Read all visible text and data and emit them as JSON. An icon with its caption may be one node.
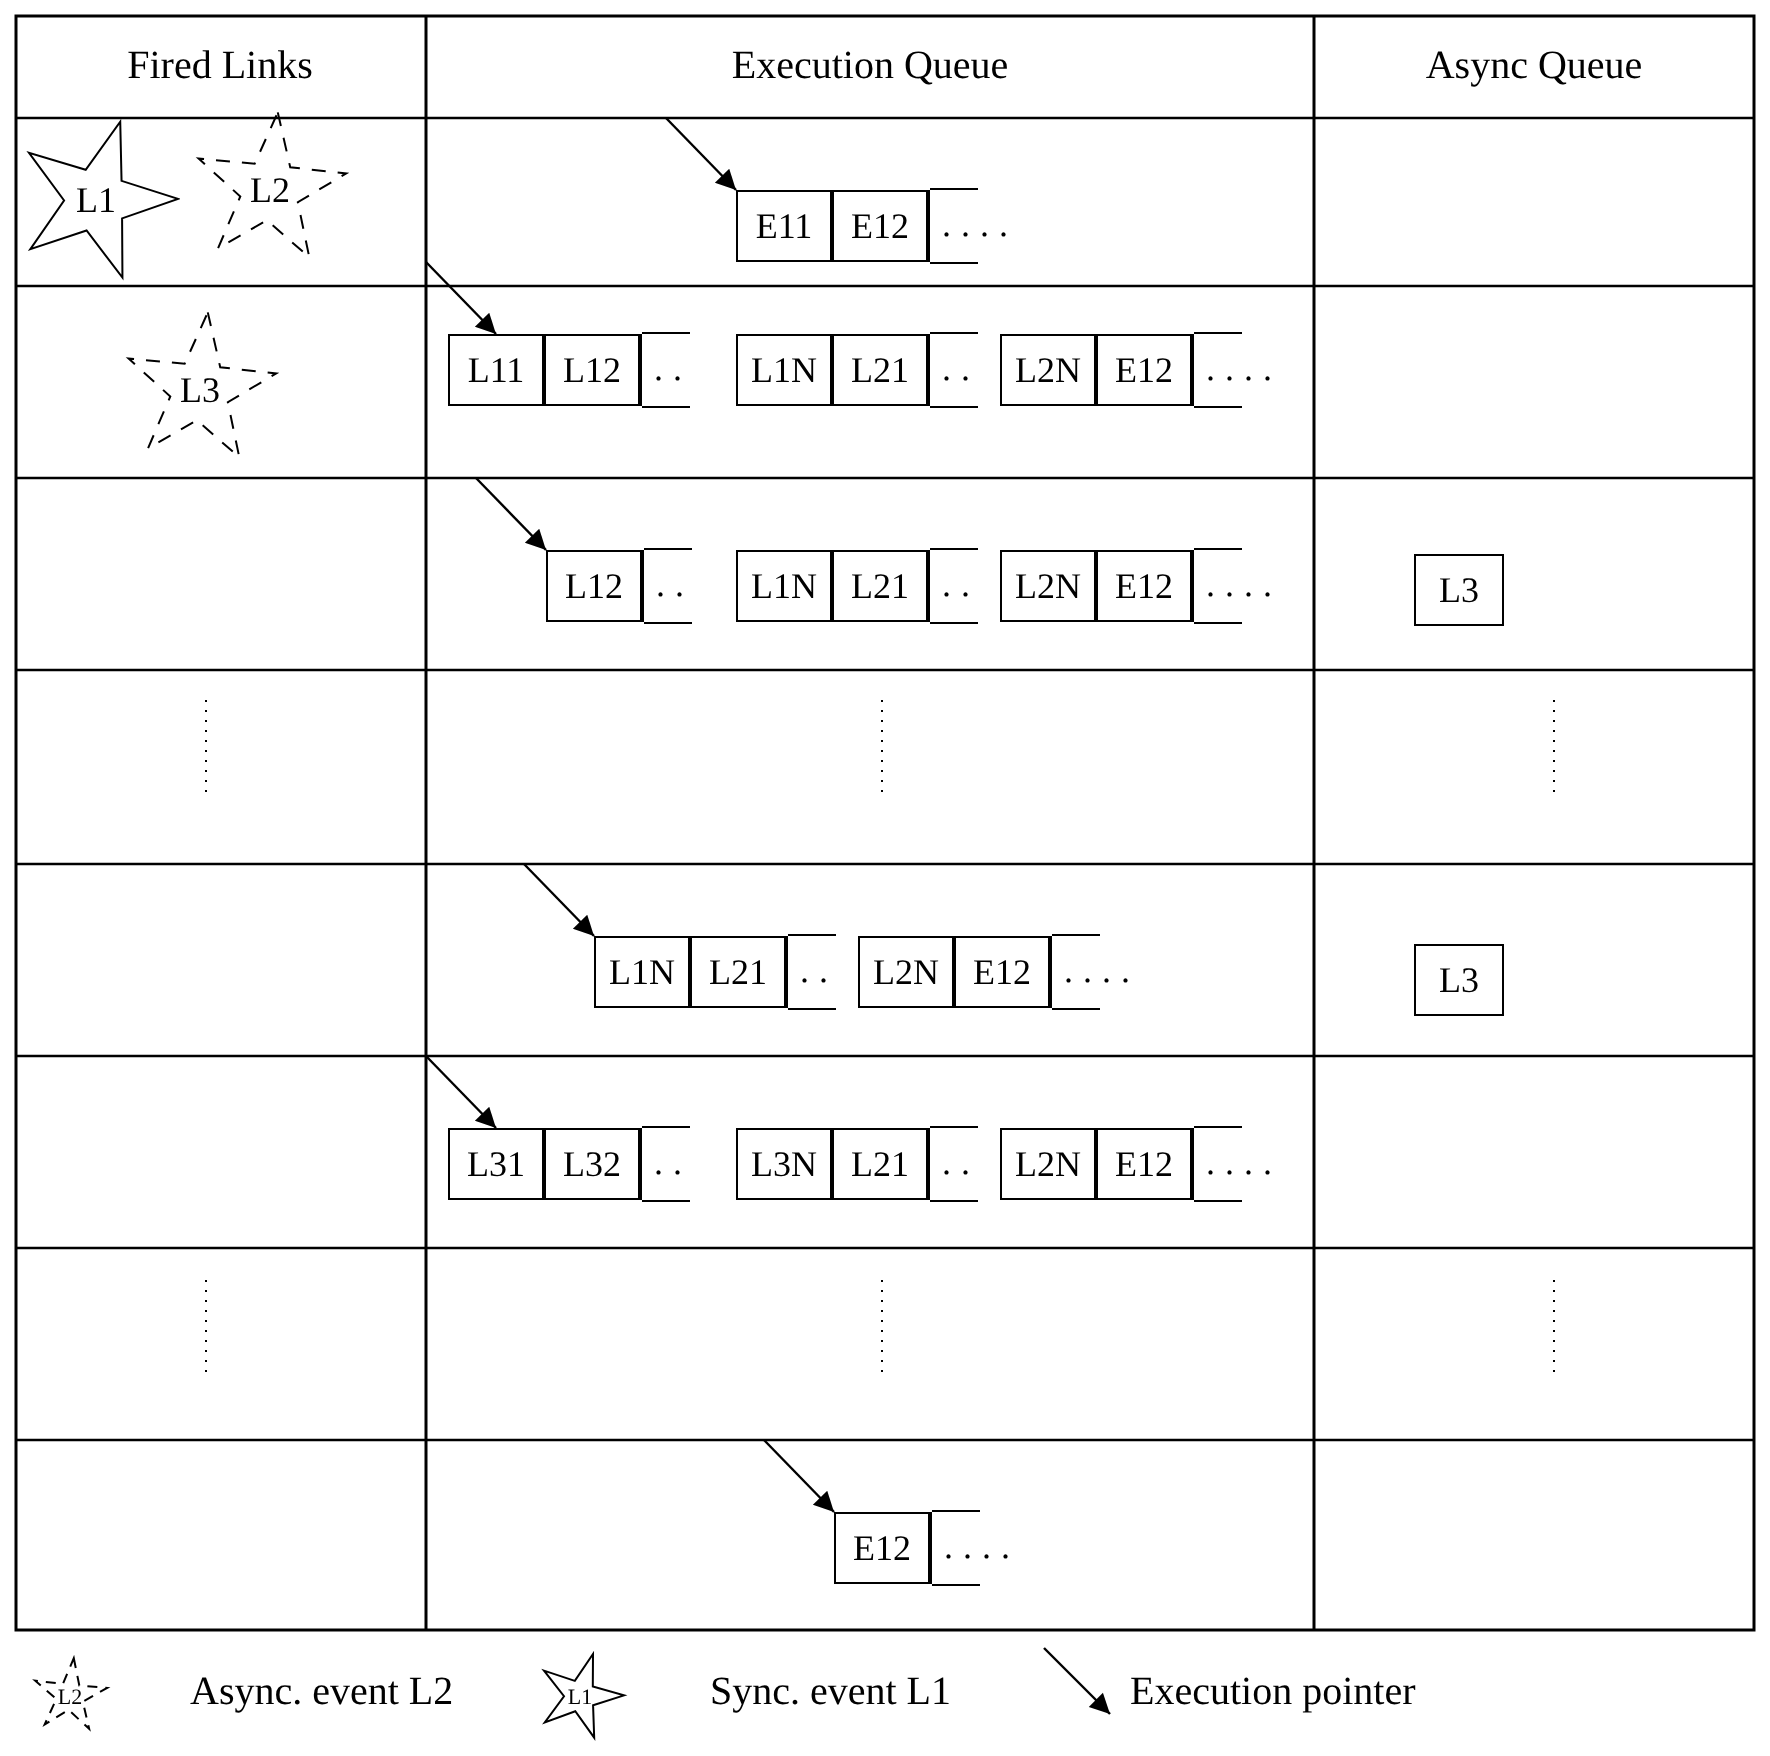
{
  "diagram": {
    "nodes": [
      {
        "text": [
          "L1"
        ]
      },
      {
        "text": [
          "L2"
        ]
      },
      {
        "text": [
          "L3"
        ]
      },
      {
        "text": [
          "E11"
        ]
      },
      {
        "text": [
          "E12"
        ]
      },
      {
        "text": [
          "...."
        ]
      },
      {
        "text": [
          "L11"
        ]
      },
      {
        "text": [
          "L12"
        ]
      },
      {
        "text": [
          ".."
        ]
      },
      {
        "text": [
          "L1N"
        ]
      },
      {
        "text": [
          "L21"
        ]
      },
      {
        "text": [
          ".."
        ]
      },
      {
        "text": [
          "L2N"
        ]
      },
      {
        "text": [
          "E12"
        ]
      },
      {
        "text": [
          "...."
        ]
      },
      {
        "text": [
          "L12"
        ]
      },
      {
        "text": [
          ".."
        ]
      },
      {
        "text": [
          "L1N"
        ]
      },
      {
        "text": [
          "L21"
        ]
      },
      {
        "text": [
          ".."
        ]
      },
      {
        "text": [
          "L2N"
        ]
      },
      {
        "text": [
          "E12"
        ]
      },
      {
        "text": [
          "...."
        ]
      },
      {
        "text": [
          "L3"
        ]
      },
      {
        "text": [
          "L1N"
        ]
      },
      {
        "text": [
          "L21"
        ]
      },
      {
        "text": [
          ".."
        ]
      },
      {
        "text": [
          "L2N"
        ]
      },
      {
        "text": [
          "E12"
        ]
      },
      {
        "text": [
          "...."
        ]
      },
      {
        "text": [
          "L3"
        ]
      },
      {
        "text": [
          "L31"
        ]
      },
      {
        "text": [
          "L32"
        ]
      },
      {
        "text": [
          ".."
        ]
      },
      {
        "text": [
          "L3N"
        ]
      },
      {
        "text": [
          "L21"
        ]
      },
      {
        "text": [
          ".."
        ]
      },
      {
        "text": [
          "L2N"
        ]
      },
      {
        "text": [
          "E12"
        ]
      },
      {
        "text": [
          "...."
        ]
      },
      {
        "text": [
          "E12"
        ]
      },
      {
        "text": [
          "...."
        ]
      }
    ],
    "edges": [
      {
        "from": null,
        "to": 3,
        "arrow": "to"
      },
      {
        "from": null,
        "to": 6,
        "arrow": "to"
      },
      {
        "from": null,
        "to": 15,
        "arrow": "to"
      },
      {
        "from": null,
        "to": 24,
        "arrow": "to"
      },
      {
        "from": null,
        "to": 31,
        "arrow": "to"
      },
      {
        "from": null,
        "to": 40,
        "arrow": "to"
      }
    ],
    "labels": [
      "Fired Links",
      "Execution Queue",
      "Async Queue",
      "L2",
      "L1"
    ],
    "legend": [
      {
        "text": "Async. event L2"
      },
      {
        "text": "Sync. event L1"
      },
      {
        "text": "Execution pointer"
      }
    ]
  }
}
